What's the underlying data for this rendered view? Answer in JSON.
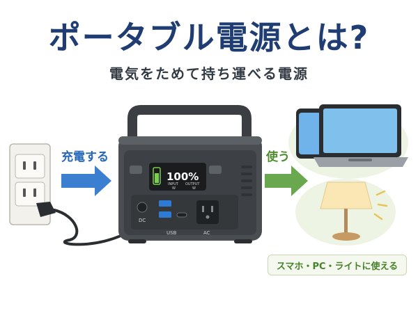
{
  "title": "ポータブル電源とは?",
  "subtitle": "電気をためて持ち運べる電源",
  "labels": {
    "charge": "充電する",
    "use": "使う",
    "caption": "スマホ・PC・ライトに使える"
  },
  "device": {
    "battery_percent_text": "100%",
    "input_label": "INPUT",
    "input_unit": "W",
    "output_label": "OUTPUT",
    "output_unit": "W",
    "dc_label": "DC",
    "usb_label": "USB",
    "ac_label": "AC"
  },
  "colors": {
    "title": "#1f3d73",
    "charge_arrow": "#3a7fd0",
    "use_arrow": "#6aa84f",
    "device_body": "#4a4e52"
  }
}
